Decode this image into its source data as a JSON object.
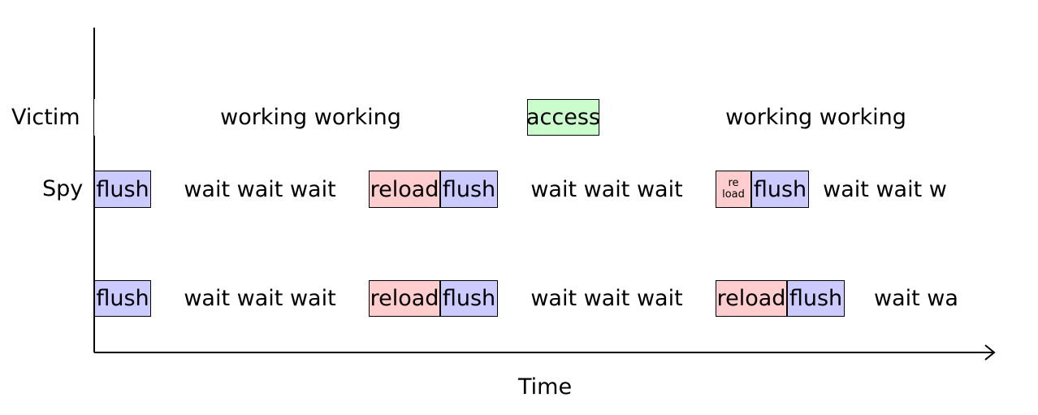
{
  "colors": {
    "flush": "#cccbff",
    "reload": "#ffcdcd",
    "access": "#cbfccb",
    "plain": "#ffffff"
  },
  "row_labels": {
    "victim": "Victim",
    "spy": "Spy"
  },
  "axis": {
    "x_title": "Time"
  },
  "rows": [
    {
      "segments": [
        {
          "kind": "plain",
          "text": "working working"
        },
        {
          "kind": "access",
          "text": "access"
        },
        {
          "kind": "plain",
          "text": "working working"
        }
      ]
    },
    {
      "segments": [
        {
          "kind": "flush",
          "text": "flush"
        },
        {
          "kind": "plain",
          "text": "wait wait wait"
        },
        {
          "kind": "reload",
          "text": "reload"
        },
        {
          "kind": "flush",
          "text": "flush"
        },
        {
          "kind": "plain",
          "text": "wait wait wait"
        },
        {
          "kind": "reload",
          "text_top": "re",
          "text_bottom": "load"
        },
        {
          "kind": "flush",
          "text": "flush"
        },
        {
          "kind": "plain",
          "text": "wait wait w"
        }
      ]
    },
    {
      "segments": [
        {
          "kind": "flush",
          "text": "flush"
        },
        {
          "kind": "plain",
          "text": "wait wait wait"
        },
        {
          "kind": "reload",
          "text": "reload"
        },
        {
          "kind": "flush",
          "text": "flush"
        },
        {
          "kind": "plain",
          "text": "wait wait wait"
        },
        {
          "kind": "reload",
          "text": "reload"
        },
        {
          "kind": "flush",
          "text": "flush"
        },
        {
          "kind": "plain",
          "text": "wait wa"
        }
      ]
    }
  ]
}
